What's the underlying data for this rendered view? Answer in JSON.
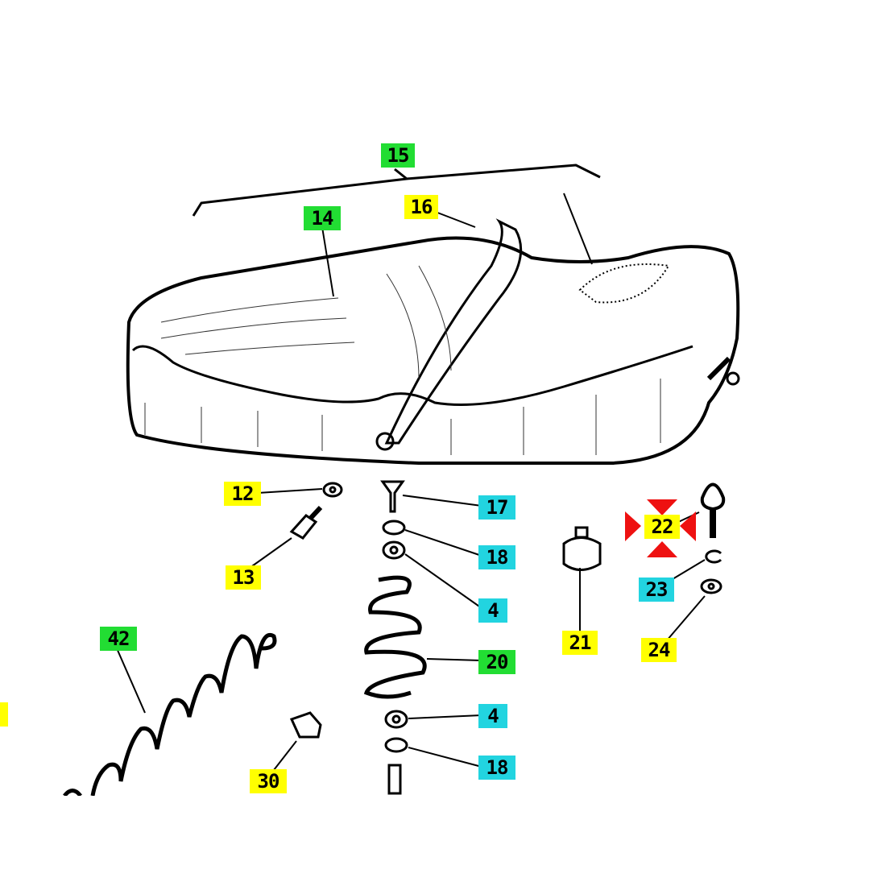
{
  "diagram": {
    "type": "exploded parts diagram - motorcycle seat",
    "colors": {
      "yellow": "#ffff00",
      "green": "#22dd33",
      "cyan": "#22d4e0",
      "marker": "#ee1111"
    },
    "labels": {
      "l15": "15",
      "l14": "14",
      "l16": "16",
      "l12": "12",
      "l13": "13",
      "l17": "17",
      "l18a": "18",
      "l4a": "4",
      "l20": "20",
      "l4b": "4",
      "l18b": "18",
      "l21": "21",
      "l22": "22",
      "l23": "23",
      "l24": "24",
      "l42": "42",
      "l30": "30"
    },
    "selected_label": "22"
  }
}
